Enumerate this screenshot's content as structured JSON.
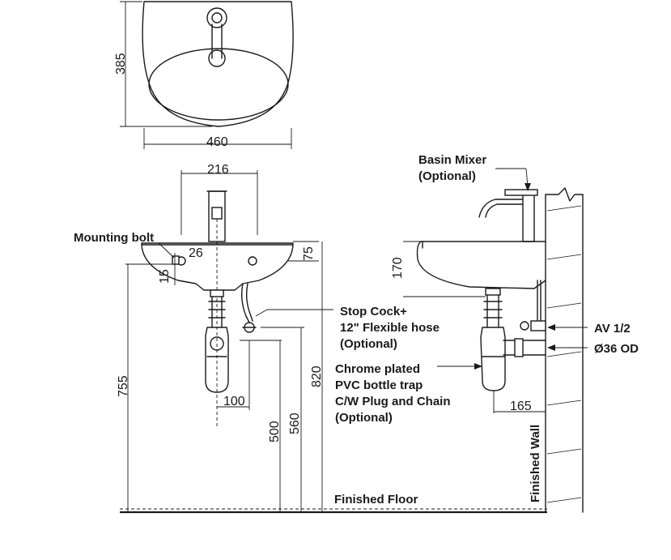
{
  "dimensions": {
    "depth_385": "385",
    "width_460": "460",
    "tap_216": "216",
    "bolt_26": "26",
    "bolt_15": "15",
    "rim_75": "75",
    "height_170": "170",
    "trap_100": "100",
    "height_755": "755",
    "height_500": "500",
    "height_560": "560",
    "height_820": "820",
    "wall_165": "165"
  },
  "labels": {
    "mounting_bolt": "Mounting bolt",
    "basin_mixer_1": "Basin Mixer",
    "basin_mixer_2": "(Optional)",
    "stop_cock_1": "Stop Cock+",
    "stop_cock_2": "12\" Flexible hose",
    "stop_cock_3": "(Optional)",
    "chrome_1": "Chrome plated",
    "chrome_2": "PVC bottle trap",
    "chrome_3": "C/W Plug and Chain",
    "chrome_4": "(Optional)",
    "av": "AV 1/2",
    "od": "Ø36 OD",
    "finished_floor": "Finished Floor",
    "finished_wall": "Finished Wall"
  }
}
